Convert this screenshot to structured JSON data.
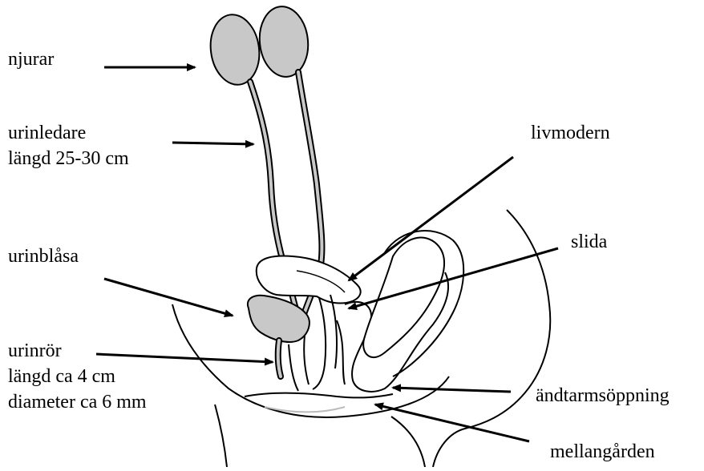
{
  "labels": {
    "njurar": "njurar",
    "urinledare_line1": "urinledare",
    "urinledare_line2": "längd 25-30 cm",
    "livmodern": "livmodern",
    "urinblasa": "urinblåsa",
    "slida": "slida",
    "urinror_line1": "urinrör",
    "urinror_line2": "längd ca 4 cm",
    "urinror_line3": "diameter ca 6 mm",
    "andtarmsoppning": "ändtarmsöppning",
    "mellangarden": "mellangården"
  },
  "colors": {
    "organ_fill": "#c8c8c8",
    "outline": "#000000",
    "background": "#ffffff"
  }
}
